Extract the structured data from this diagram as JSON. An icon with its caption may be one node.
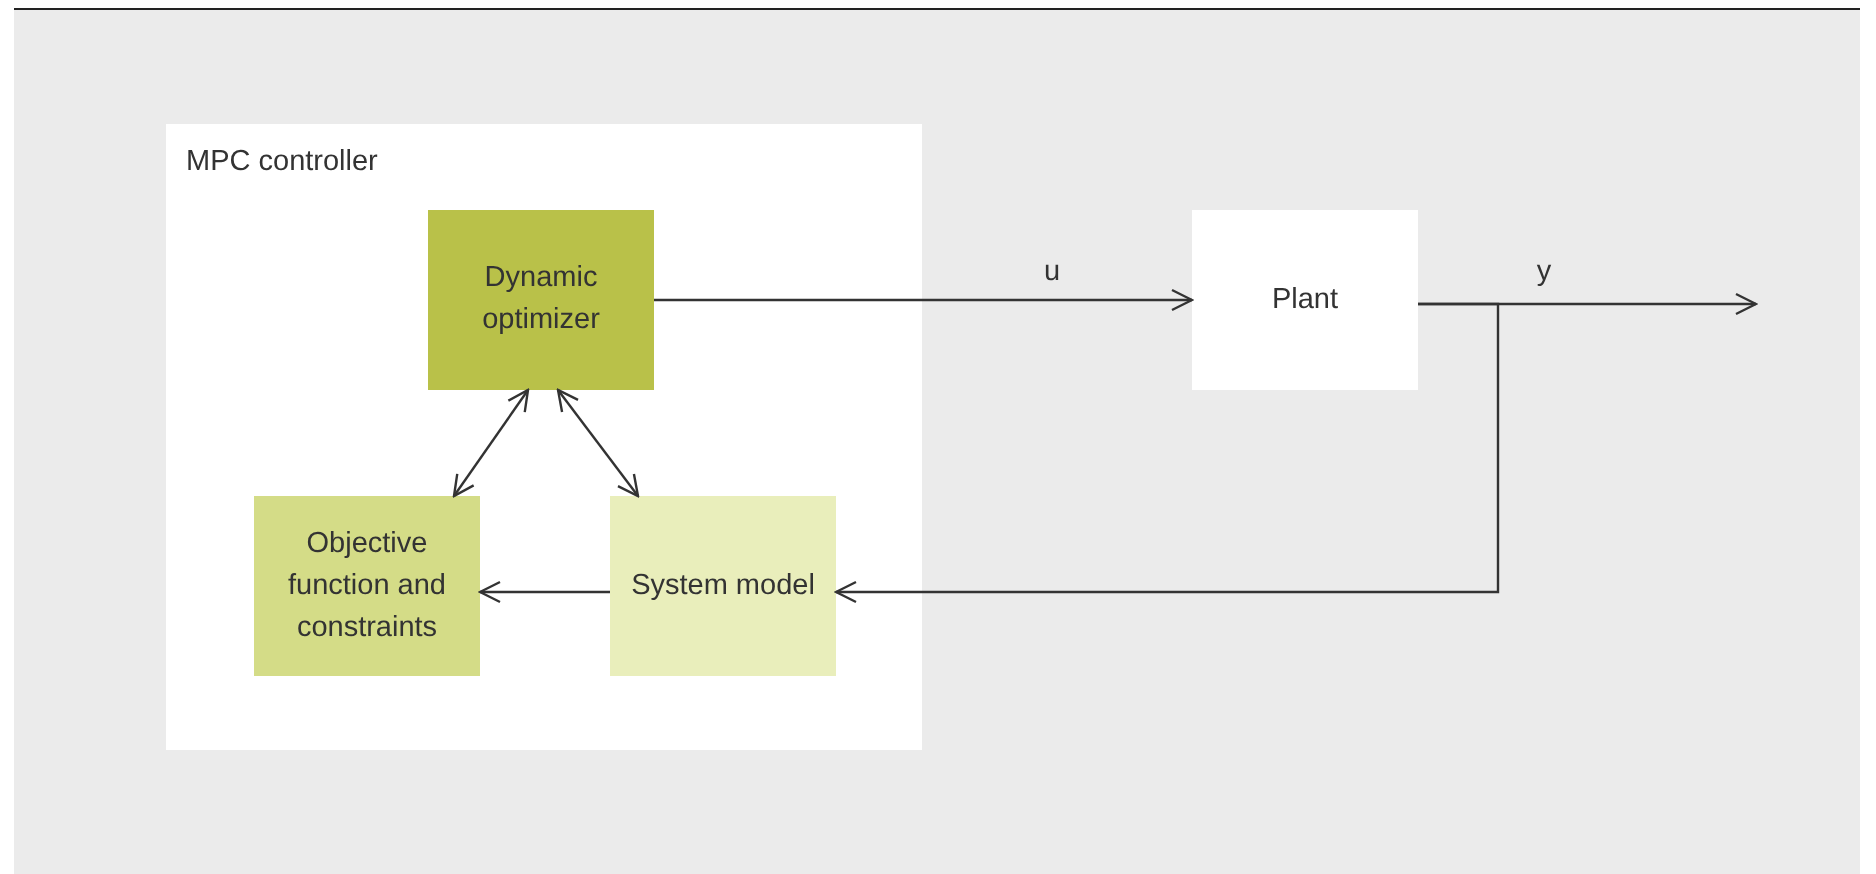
{
  "diagram": {
    "nodes": [
      {
        "text": [
          "MPC controller"
        ]
      },
      {
        "text": [
          "Dynamic optimizer"
        ],
        "in": 0
      },
      {
        "text": [
          "Objective function and constraints"
        ],
        "in": 0
      },
      {
        "text": [
          "System model"
        ],
        "in": 0
      },
      {
        "text": [
          "Plant"
        ]
      }
    ],
    "edges": [
      {
        "from": 1,
        "to": 4,
        "arrow": "to",
        "label": "u"
      },
      {
        "from": 1,
        "to": 2,
        "arrow": "both"
      },
      {
        "from": 1,
        "to": 3,
        "arrow": "both"
      },
      {
        "from": 3,
        "to": 2,
        "arrow": "to"
      },
      {
        "from": 4,
        "to": null,
        "arrow": "to",
        "label": "y"
      },
      {
        "from": 4,
        "to": 3,
        "arrow": "to"
      }
    ]
  }
}
